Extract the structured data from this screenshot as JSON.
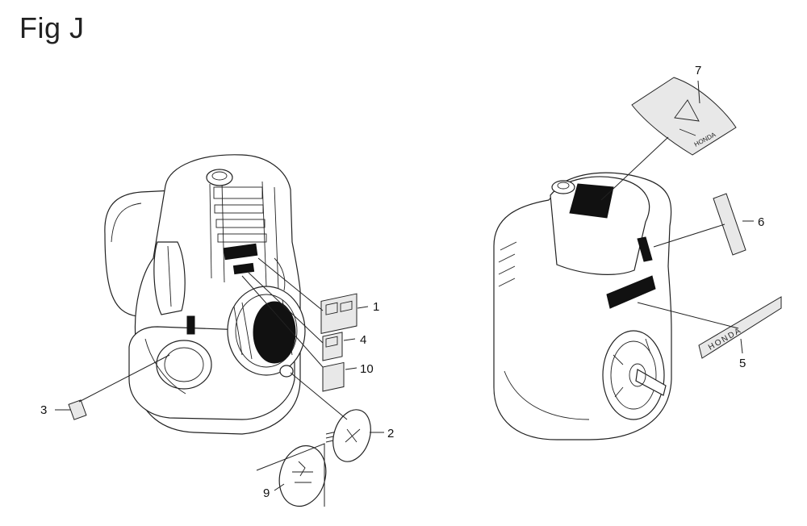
{
  "figure": {
    "title": "Fig J"
  },
  "callouts": [
    {
      "id": "1",
      "text": "1"
    },
    {
      "id": "2",
      "text": "2"
    },
    {
      "id": "3",
      "text": "3"
    },
    {
      "id": "4",
      "text": "4"
    },
    {
      "id": "5",
      "text": "5"
    },
    {
      "id": "6",
      "text": "6"
    },
    {
      "id": "7",
      "text": "7"
    },
    {
      "id": "9",
      "text": "9"
    },
    {
      "id": "10",
      "text": "10"
    }
  ],
  "decal_text": {
    "brand_strip": "HONDA",
    "top_decal": "HONDA"
  }
}
